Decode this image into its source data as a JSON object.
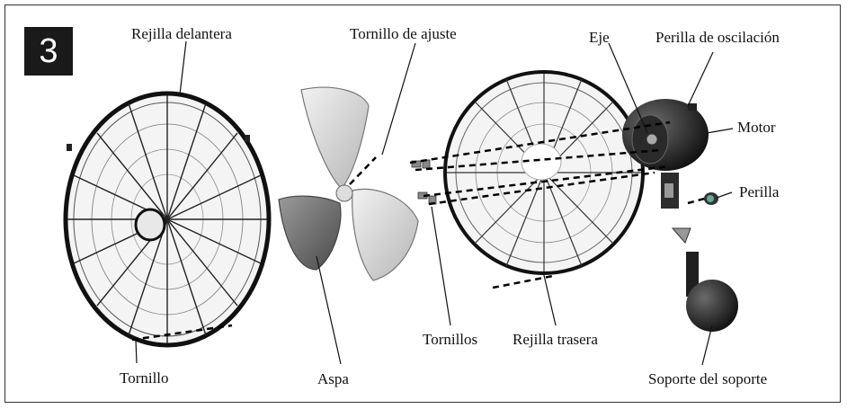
{
  "step_number": "3",
  "labels": {
    "front_grill": "Rejilla delantera",
    "adjust_screw": "Tornillo de ajuste",
    "shaft": "Eje",
    "oscillation_knob": "Perilla de oscilación",
    "motor": "Motor",
    "knob": "Perilla",
    "screw": "Tornillo",
    "blade": "Aspa",
    "screws": "Tornillos",
    "rear_grill": "Rejilla trasera",
    "stand_support": "Soporte del soporte"
  }
}
